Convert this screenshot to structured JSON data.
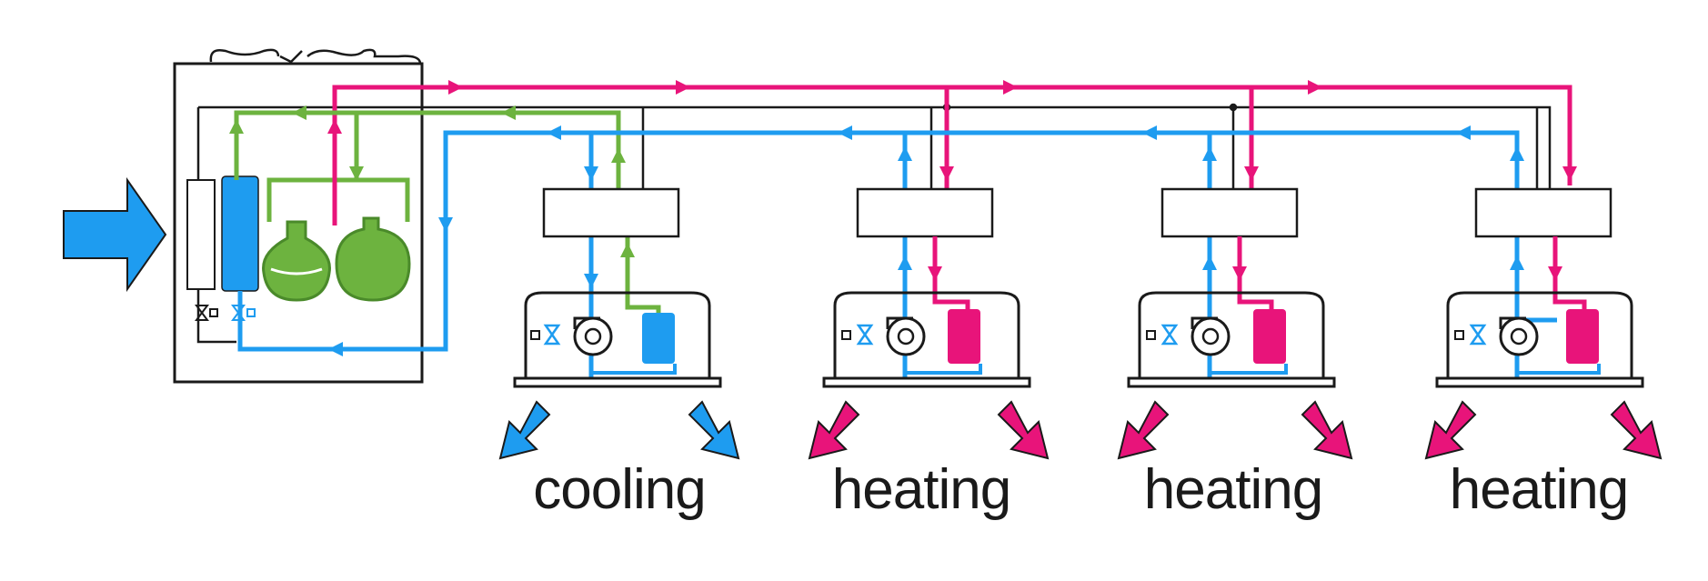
{
  "colors": {
    "hot": "#e8147a",
    "cold": "#1e9cf0",
    "gas": "#6db33f",
    "line": "#1a1a1a"
  },
  "icons": [
    "outdoor-unit",
    "compressor-icon",
    "fan-icon",
    "expansion-valve-icon",
    "flow-arrow-icon"
  ],
  "units": [
    {
      "mode": "cooling",
      "state": "cold"
    },
    {
      "mode": "heating",
      "state": "hot"
    },
    {
      "mode": "heating",
      "state": "hot"
    },
    {
      "mode": "heating",
      "state": "hot"
    }
  ]
}
